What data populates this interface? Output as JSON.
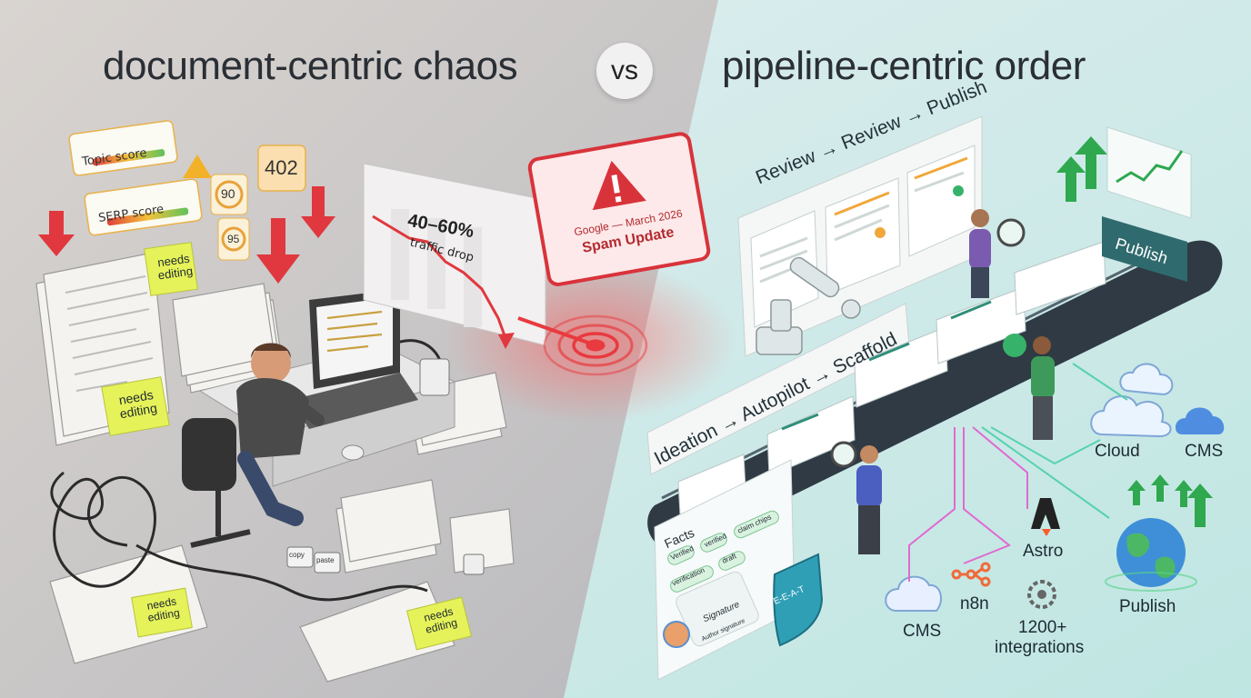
{
  "header": {
    "left_title": "document-centric chaos",
    "vs": "vs",
    "right_title": "pipeline-centric order"
  },
  "chaos": {
    "topic_score_label": "Topic score",
    "serp_score_label": "SERP score",
    "score_90": "90",
    "score_95": "95",
    "score_402": "402",
    "sticky_notes": [
      "needs editing",
      "needs editing",
      "needs editing",
      "needs editing"
    ],
    "traffic_value": "40–60%",
    "traffic_label": "traffic drop",
    "copy": "copy",
    "paste": "paste"
  },
  "alert": {
    "line1": "Google — March 2026",
    "line2": "Spam Update"
  },
  "pipeline": {
    "review_stages": "Review → Review → Publish",
    "review_label": "Review",
    "creation_stages": "Ideation → Autopilot → Scaffold",
    "publish_button": "Publish",
    "facts_title": "Facts",
    "fact_chips": [
      "Verified",
      "verified",
      "claim chips",
      "verification",
      "draft"
    ],
    "signature": "Signature",
    "author_signature": "Author signature",
    "eeat": "E-E-A-T"
  },
  "integrations": {
    "cloud": "Cloud",
    "cms_top": "CMS",
    "astro": "Astro",
    "n8n": "n8n",
    "cms_bottom": "CMS",
    "count": "1200+",
    "count_label": "integrations",
    "publish": "Publish"
  },
  "colors": {
    "chaos_bg": "#c9c6c3",
    "order_bg": "#cfe8e6",
    "alert_red": "#d8333b",
    "teal": "#1f8f7f",
    "green_arrow": "#2fa84f",
    "red_arrow": "#e0383e",
    "sticky_yellow": "#e6f25a",
    "pink_line": "#e06ad0"
  }
}
